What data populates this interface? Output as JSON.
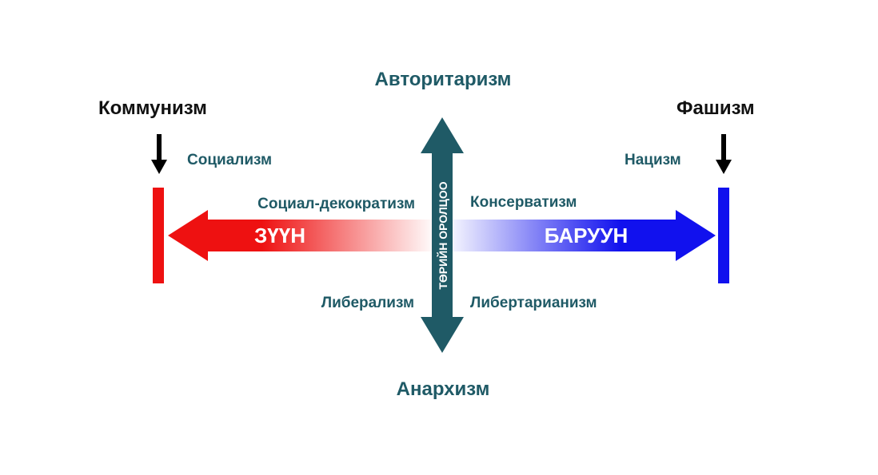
{
  "labels": {
    "top": "Авторитаризм",
    "bottom": "Анархизм",
    "far_left": "Коммунизм",
    "far_right": "Фашизм",
    "upper_left_outer": "Социализм",
    "upper_left_inner": "Социал-декократизм",
    "upper_right_inner": "Консерватизм",
    "upper_right_outer": "Нацизм",
    "lower_left": "Либерализм",
    "lower_right": "Либертарианизм",
    "left_arrow": "ЗҮҮН",
    "right_arrow": "БАРУУН",
    "vertical_arrow": "ТӨРИЙН ОРОЛЦОО"
  },
  "colors": {
    "left": "#ee1111",
    "right": "#1111ee",
    "axis": "#1f5a66",
    "text_teal": "#1f5a66",
    "text_black": "#111111"
  }
}
